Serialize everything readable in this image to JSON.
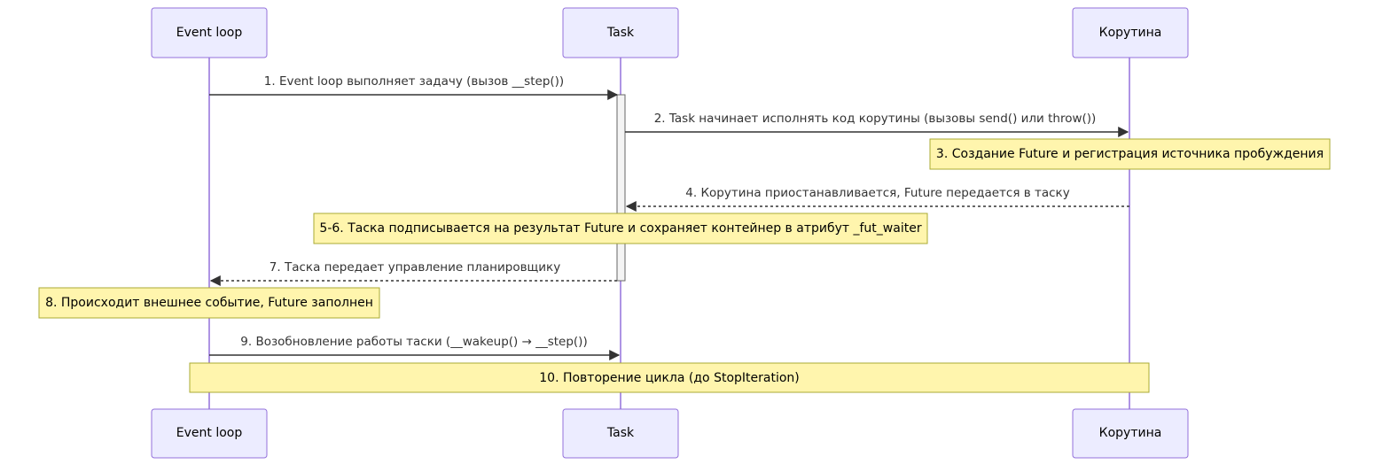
{
  "participants": [
    {
      "id": "loop",
      "label": "Event loop"
    },
    {
      "id": "task",
      "label": "Task"
    },
    {
      "id": "coro",
      "label": "Корутина"
    }
  ],
  "messages": [
    {
      "text": "1. Event loop выполняет задачу (вызов __step())",
      "from": "loop",
      "to": "task",
      "style": "solid"
    },
    {
      "text": "2. Task начинает исполнять код корутины (вызовы send() или throw())",
      "from": "task",
      "to": "coro",
      "style": "solid"
    },
    {
      "text": "4. Корутина приостанавливается, Future передается в таску",
      "from": "coro",
      "to": "task",
      "style": "dashed"
    },
    {
      "text": "7. Таска передает управление планировщику",
      "from": "task",
      "to": "loop",
      "style": "dashed"
    },
    {
      "text": "9. Возобновление работы таски (__wakeup() → __step())",
      "from": "loop",
      "to": "task",
      "style": "solid"
    }
  ],
  "notes": [
    {
      "text": "3. Создание Future и регистрация источника пробуждения",
      "over": [
        "coro"
      ]
    },
    {
      "text": "5-6. Таска подписывается на результат Future и сохраняет контейнер в атрибут _fut_waiter",
      "over": [
        "task"
      ]
    },
    {
      "text": "8. Происходит внешнее событие, Future заполнен",
      "over": [
        "loop"
      ]
    },
    {
      "text": "10. Повторение цикла (до StopIteration)",
      "over": [
        "loop",
        "coro"
      ]
    }
  ],
  "colors": {
    "actor_fill": "#ececff",
    "actor_border": "#9370db",
    "note_fill": "#fff5ad",
    "note_border": "#aaaa33",
    "message_line": "#333333"
  }
}
